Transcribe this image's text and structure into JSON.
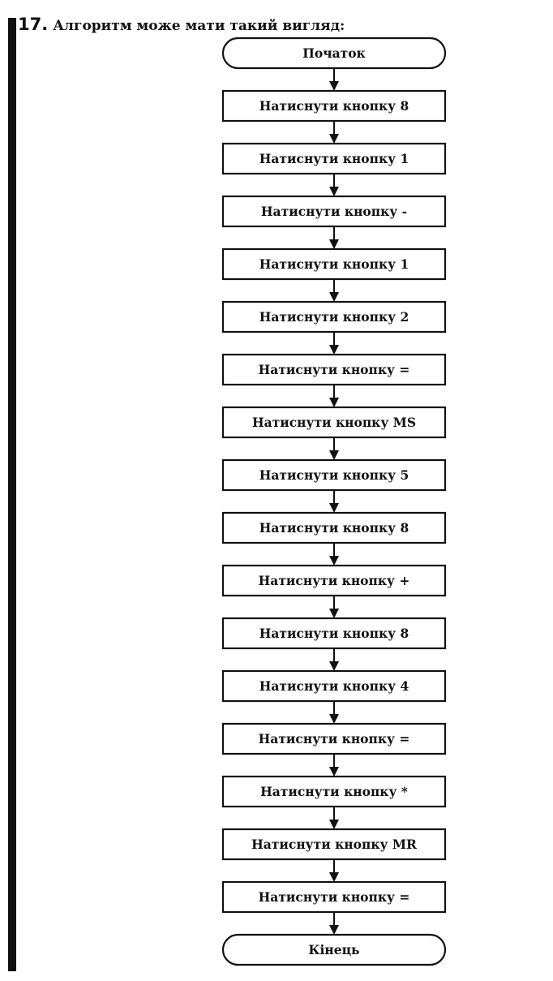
{
  "task": {
    "number": "17.",
    "heading": "Алгоритм може мати такий вигляд:"
  },
  "flowchart": {
    "start": "Початок",
    "steps": [
      "Натиснути кнопку 8",
      "Натиснути кнопку 1",
      "Натиснути кнопку -",
      "Натиснути кнопку 1",
      "Натиснути кнопку 2",
      "Натиснути кнопку =",
      "Натиснути кнопку MS",
      "Натиснути кнопку 5",
      "Натиснути кнопку 8",
      "Натиснути кнопку +",
      "Натиснути кнопку 8",
      "Натиснути кнопку 4",
      "Натиснути кнопку =",
      "Натиснути кнопку *",
      "Натиснути кнопку MR",
      "Натиснути кнопку ="
    ],
    "end": "Кінець"
  }
}
